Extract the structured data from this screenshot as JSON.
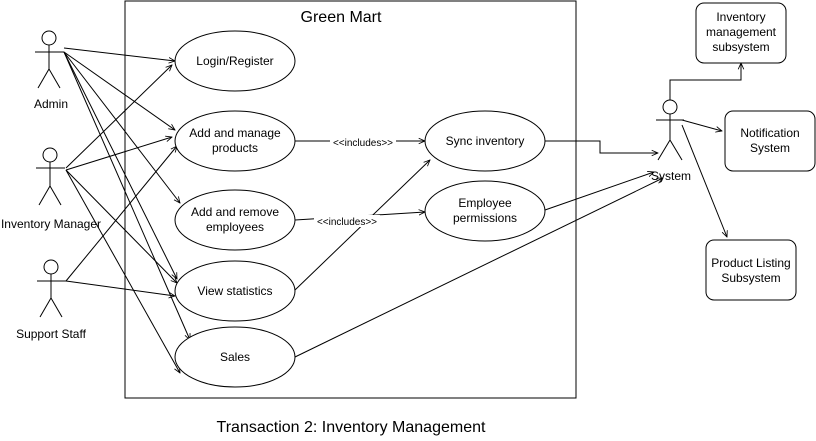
{
  "system": {
    "title": "Green Mart"
  },
  "caption": "Transaction 2: Inventory Management",
  "actors": {
    "admin": "Admin",
    "inventory_manager": "Inventory Manager",
    "support_staff": "Support Staff",
    "system": "System"
  },
  "use_cases": {
    "login": [
      "Login/Register"
    ],
    "add_products": [
      "Add and manage",
      "products"
    ],
    "add_employees": [
      "Add and remove",
      "employees"
    ],
    "view_statistics": [
      "View statistics"
    ],
    "sales": [
      "Sales"
    ],
    "sync_inventory": [
      "Sync inventory"
    ],
    "employee_permissions": [
      "Employee",
      "permissions"
    ]
  },
  "relations": {
    "includes_1": "<<includes>>",
    "includes_2": "<<includes>>"
  },
  "subsystems": {
    "inventory": [
      "Inventory",
      "management",
      "subsystem"
    ],
    "notification": [
      "Notification",
      "System"
    ],
    "product_listing": [
      "Product Listing",
      "Subsystem"
    ]
  }
}
